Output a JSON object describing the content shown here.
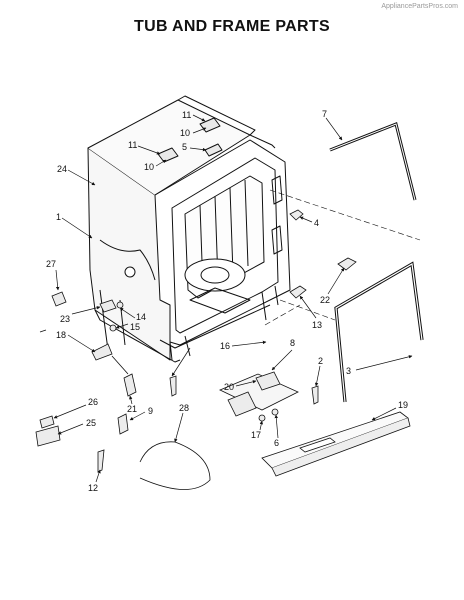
{
  "watermark": "AppliancePartsPros.com",
  "title": "TUB AND FRAME PARTS",
  "callouts": [
    "11",
    "10",
    "11",
    "10",
    "5",
    "24",
    "1",
    "27",
    "23",
    "14",
    "15",
    "18",
    "21",
    "9",
    "26",
    "25",
    "12",
    "28",
    "16",
    "8",
    "20",
    "17",
    "6",
    "2",
    "7",
    "4",
    "22",
    "13",
    "3",
    "19"
  ]
}
